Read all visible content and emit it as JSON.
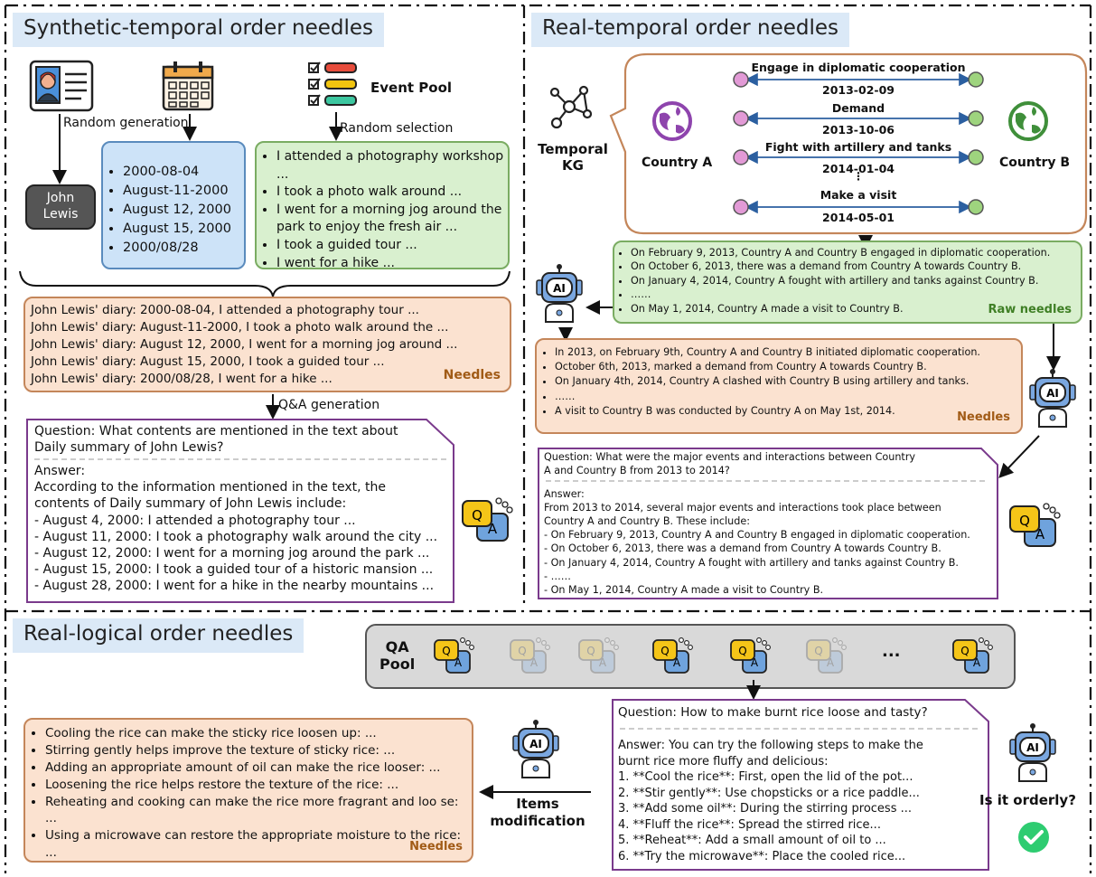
{
  "section1": {
    "title": "Synthetic-temporal order needles",
    "event_pool": "Event Pool",
    "random_generation": "Random generation",
    "random_selection": "Random selection",
    "person": [
      "John",
      "Lewis"
    ],
    "dates": [
      "2000-08-04",
      "August-11-2000",
      "August 12, 2000",
      "August 15, 2000",
      "2000/08/28"
    ],
    "events": [
      "I attended a photography workshop ...",
      "I took a photo walk around ...",
      "I went for a morning jog around the park to enjoy the fresh air ...",
      "I took a guided tour ...",
      "I went for a hike ..."
    ],
    "diary": [
      "John Lewis' diary: 2000-08-04, I attended a photography tour ...",
      "John Lewis' diary: August-11-2000, I took a photo walk around the ...",
      "John Lewis' diary: August 12, 2000, I went for a morning jog around ...",
      "John Lewis' diary: August 15, 2000, I took a guided tour ...",
      "John Lewis' diary: 2000/08/28, I went for a hike ..."
    ],
    "needles_label": "Needles",
    "qa_generation": "Q&A generation",
    "question": [
      "Question: What contents are mentioned in the text about",
      "Daily summary of John Lewis?"
    ],
    "answer": [
      "Answer:",
      "According to the information mentioned in the text, the",
      "contents of Daily summary of John Lewis include:",
      "- August 4, 2000: I attended a photography tour ...",
      "- August 11, 2000: I took a photography walk around the city ...",
      "- August 12, 2000: I went for a morning jog around the park ...",
      "- August 15, 2000: I took a guided tour of a historic mansion ...",
      "- August 28, 2000: I went for a hike in the nearby mountains ..."
    ]
  },
  "section2": {
    "title": "Real-temporal order needles",
    "kg_label": [
      "Temporal",
      "KG"
    ],
    "country_a": "Country A",
    "country_b": "Country B",
    "relations": [
      {
        "label": "Engage in diplomatic cooperation",
        "date": "2013-02-09"
      },
      {
        "label": "Demand",
        "date": "2013-10-06"
      },
      {
        "label": "Fight with artillery and tanks",
        "date": "2014-01-04"
      },
      {
        "label": "Make a visit",
        "date": "2014-05-01"
      }
    ],
    "ellipsis": "⋮",
    "raw": [
      "On February 9, 2013, Country A and Country B engaged in diplomatic cooperation.",
      "On October 6, 2013, there was a demand from Country A towards Country B.",
      "On January 4, 2014, Country A fought with artillery and tanks against Country B.",
      "……",
      "On May 1, 2014, Country A made a visit to Country B."
    ],
    "raw_label": "Raw needles",
    "rewritten": [
      "In 2013, on February 9th, Country A and Country B initiated diplomatic cooperation.",
      "October 6th, 2013, marked a demand from Country A towards Country B.",
      "On January 4th, 2014, Country A clashed with Country B using artillery and tanks.",
      "……",
      "A visit to Country B was conducted by Country A on May 1st, 2014."
    ],
    "needles_label": "Needles",
    "question": [
      "Question: What were the major events and interactions between Country",
      "A and Country B from 2013 to 2014?"
    ],
    "answer": [
      "Answer:",
      "From 2013 to 2014, several major events and interactions took place between",
      "Country A and Country B. These include:",
      "- On February 9, 2013, Country A and Country B engaged in diplomatic cooperation.",
      "- On October 6, 2013, there was a demand from Country A towards Country B.",
      "- On January 4, 2014, Country A fought with artillery and tanks against Country B.",
      "- ……",
      "- On May 1, 2014, Country A made a visit to Country B."
    ]
  },
  "section3": {
    "title": "Real-logical order needles",
    "qa_pool": [
      "QA",
      "Pool"
    ],
    "pool_ellipsis": "...",
    "question": "Question: How to make burnt rice loose and tasty?",
    "answer": [
      "Answer: You can try the following steps to make the",
      "burnt rice more fluffy and delicious:",
      "1.  **Cool the rice**: First, open the lid of the pot...",
      "2.  **Stir gently**: Use chopsticks or a rice paddle...",
      "3.  **Add some oil**: During the stirring process ...",
      "4.  **Fluff the rice**: Spread the stirred rice...",
      "5.  **Reheat**: Add a small amount of oil to ...",
      "6.  **Try the microwave**: Place the cooled rice..."
    ],
    "items": [
      "Cooling the rice can make the sticky rice loosen up: ...",
      "Stirring gently helps improve the texture of sticky rice: ...",
      "Adding an appropriate amount of oil can make the rice looser: ...",
      "Loosening the rice helps restore the texture of the rice: ...",
      "Reheating and cooking can make the rice more fragrant and loo se: ...",
      "Using a microwave can restore the appropriate moisture to the rice: ..."
    ],
    "needles_label": "Needles",
    "items_modification": [
      "Items",
      "modification"
    ],
    "is_orderly": "Is it orderly?"
  },
  "icons": {
    "ai": "AI",
    "q": "Q",
    "a": "A"
  },
  "colors": {
    "blue_box": "#cde3f8",
    "green_box": "#d9f0cf",
    "orange_box": "#fbe2d0",
    "title_bg": "#dbe9f7",
    "needles": "#a15b16",
    "qa_border": "#7a3a8c"
  }
}
